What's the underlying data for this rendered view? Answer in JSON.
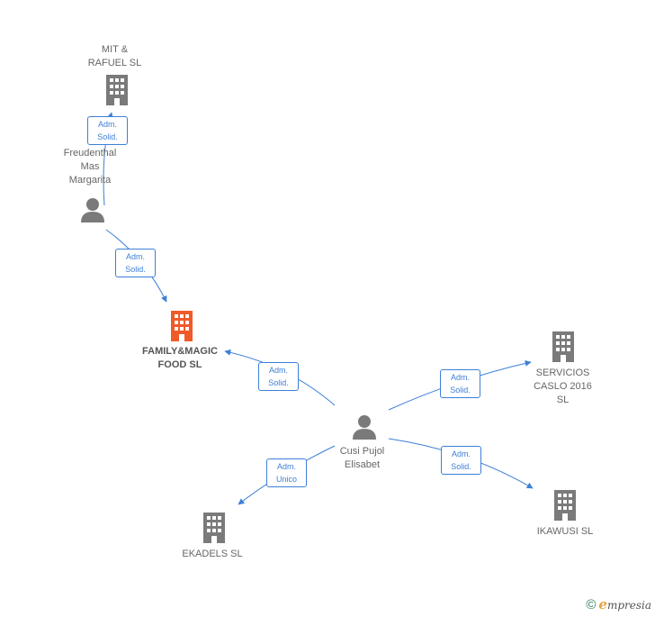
{
  "nodes": {
    "mit_rafuel": {
      "label": "MIT &\nRAFUEL  SL",
      "type": "company"
    },
    "freudenthal": {
      "label": "Freudenthal\nMas\nMargarita",
      "type": "person"
    },
    "family_magic": {
      "label": "FAMILY&MAGIC\nFOOD  SL",
      "type": "company",
      "highlight": true
    },
    "cusi_pujol": {
      "label": "Cusi Pujol\nElisabet",
      "type": "person"
    },
    "servicios_caslo": {
      "label": "SERVICIOS\nCASLO 2016\nSL",
      "type": "company"
    },
    "ikawusi": {
      "label": "IKAWUSI  SL",
      "type": "company"
    },
    "ekadels": {
      "label": "EKADELS SL",
      "type": "company"
    }
  },
  "edges": {
    "freudenthal_mit": {
      "label": "Adm.\nSolid."
    },
    "freudenthal_family": {
      "label": "Adm.\nSolid."
    },
    "cusi_family": {
      "label": "Adm.\nSolid."
    },
    "cusi_servicios": {
      "label": "Adm.\nSolid."
    },
    "cusi_ikawusi": {
      "label": "Adm.\nSolid."
    },
    "cusi_ekadels": {
      "label": "Adm.\nUnico"
    }
  },
  "footer": {
    "copyright_symbol": "©",
    "brand_initial": "e",
    "brand_rest": "mpresia"
  },
  "colors": {
    "edge": "#3d7fd8",
    "company_icon": "#7a7a7a",
    "highlight_icon": "#f05a28",
    "person_icon": "#7a7a7a"
  }
}
